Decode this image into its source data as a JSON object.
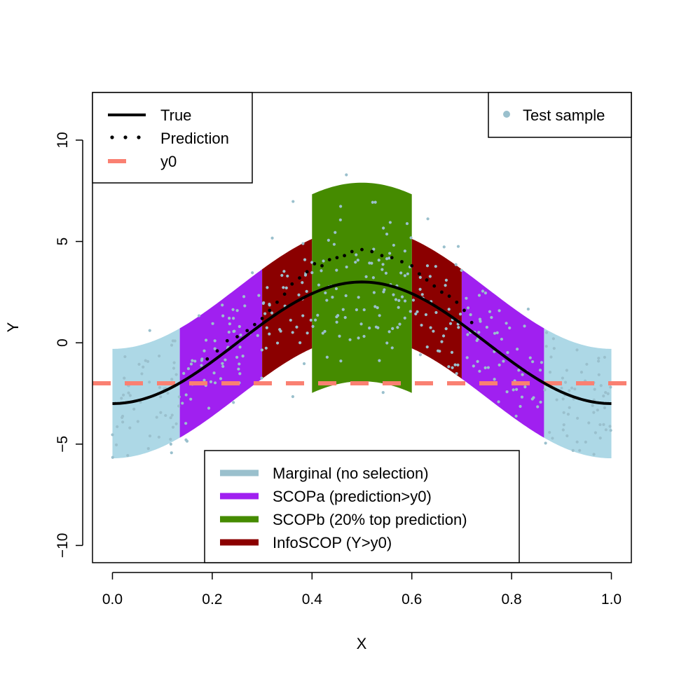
{
  "chart_data": {
    "type": "scatter",
    "xlabel": "X",
    "ylabel": "Y",
    "xlim": [
      -0.04,
      1.04
    ],
    "ylim": [
      -10.85,
      12.35
    ],
    "x_ticks": [
      "0.0",
      "0.2",
      "0.4",
      "0.6",
      "0.8",
      "1.0"
    ],
    "x_tick_values": [
      0,
      0.2,
      0.4,
      0.6,
      0.8,
      1.0
    ],
    "y_ticks": [
      "−10",
      "−5",
      "0",
      "5",
      "10"
    ],
    "y_tick_values": [
      -10,
      -5,
      0,
      5,
      10
    ],
    "y0": -2,
    "true_curve": {
      "name": "True",
      "formula": "y = -3*cos(2*pi*x)",
      "x": [
        0,
        0.05,
        0.1,
        0.15,
        0.2,
        0.25,
        0.3,
        0.35,
        0.4,
        0.45,
        0.5,
        0.55,
        0.6,
        0.65,
        0.7,
        0.75,
        0.8,
        0.85,
        0.9,
        0.95,
        1.0
      ],
      "y": [
        -3.0,
        -2.85,
        -2.43,
        -1.76,
        -0.93,
        0.0,
        0.93,
        1.76,
        2.43,
        2.85,
        3.0,
        2.85,
        2.43,
        1.76,
        0.93,
        0.0,
        -0.93,
        -1.76,
        -2.43,
        -2.85,
        -3.0
      ]
    },
    "prediction": {
      "name": "Prediction",
      "x": [
        0.19,
        0.21,
        0.23,
        0.25,
        0.27,
        0.285,
        0.3,
        0.315,
        0.33,
        0.345,
        0.36,
        0.375,
        0.39,
        0.405,
        0.42,
        0.435,
        0.45,
        0.465,
        0.48,
        0.5,
        0.52,
        0.54,
        0.56,
        0.58,
        0.6,
        0.615,
        0.63,
        0.645,
        0.66,
        0.675,
        0.69,
        0.705,
        0.72
      ],
      "y": [
        -0.8,
        -0.4,
        0.1,
        0.3,
        0.6,
        0.9,
        1.2,
        1.6,
        2.0,
        2.4,
        2.9,
        3.2,
        3.5,
        3.9,
        3.8,
        4.1,
        4.2,
        4.3,
        4.5,
        4.6,
        4.5,
        4.3,
        4.2,
        4.0,
        3.8,
        3.4,
        3.1,
        2.8,
        2.5,
        2.3,
        2.0,
        1.6,
        1.0
      ]
    },
    "bands": [
      {
        "name": "Marginal (no selection)",
        "color": "#ADD8E6",
        "legend_color": "#9AC0CD",
        "center": "-3*cos(2*pi*x)",
        "half_width": 2.7,
        "segments": [
          [
            0,
            0.135
          ],
          [
            0.865,
            1.0
          ]
        ]
      },
      {
        "name": "SCOPa (prediction>y0)",
        "color": "#A020F0",
        "legend_color": "#A020F0",
        "center": "-3*cos(2*pi*x)",
        "half_width": 2.7,
        "segments": [
          [
            0.135,
            0.3
          ],
          [
            0.7,
            0.865
          ]
        ]
      },
      {
        "name": "InfoSCOP (Y>y0)",
        "color": "#8B0000",
        "legend_color": "#8B0000",
        "center": "-3*cos(2*pi*x)",
        "half_width": 2.7,
        "segments": [
          [
            0.3,
            0.4
          ],
          [
            0.6,
            0.7
          ]
        ]
      },
      {
        "name": "SCOPb (20% top prediction)",
        "color": "#458B00",
        "legend_color": "#458B00",
        "center": "-3*cos(2*pi*x)",
        "half_width": 4.9,
        "segments": [
          [
            0.4,
            0.6
          ]
        ]
      }
    ],
    "test_sample": {
      "name": "Test sample",
      "color": "#9AC0CD",
      "n": 420,
      "noise_sd": 1.6,
      "note": "points scattered around the true curve"
    },
    "legend_top_left": [
      "True",
      "Prediction",
      "y0"
    ],
    "legend_top_right": [
      "Test sample"
    ],
    "legend_bottom": [
      "Marginal (no selection)",
      "SCOPa (prediction>y0)",
      "SCOPb (20% top prediction)",
      "InfoSCOP (Y>y0)"
    ],
    "colors": {
      "true": "#000000",
      "prediction": "#000000",
      "y0": "#FA8072",
      "test_sample": "#9AC0CD"
    }
  }
}
